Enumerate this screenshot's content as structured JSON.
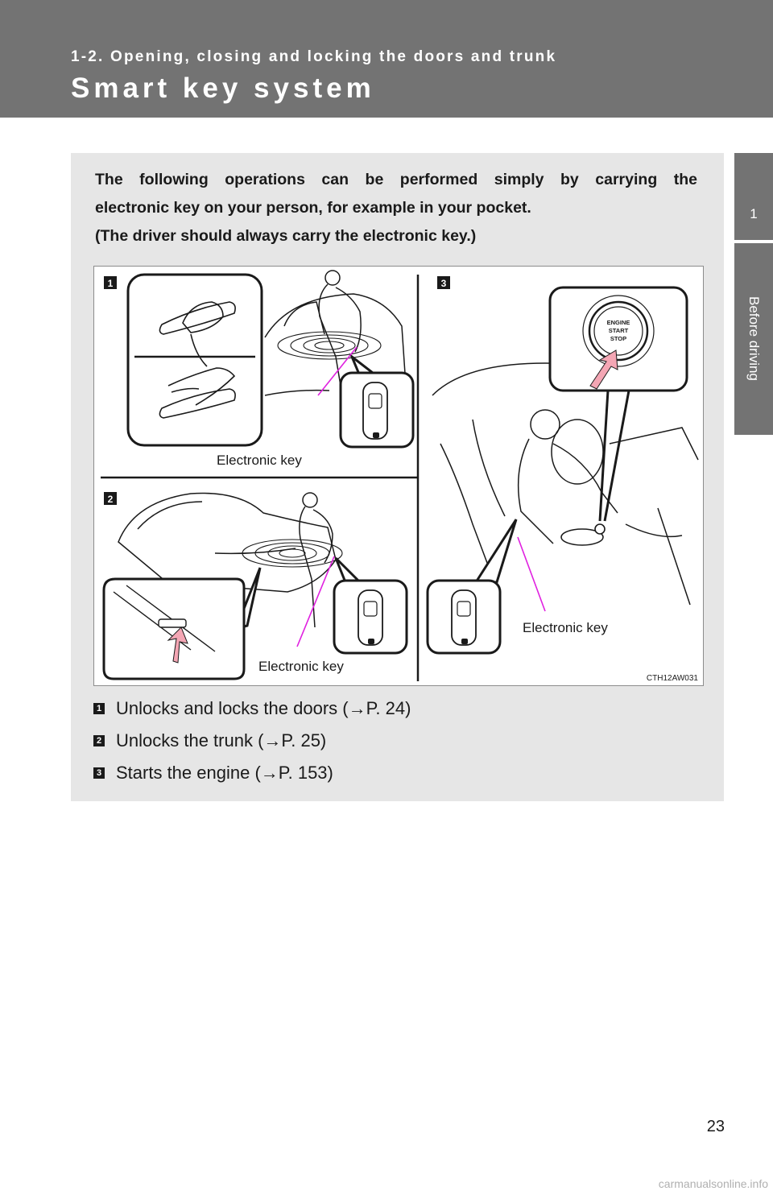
{
  "header": {
    "section": "1-2. Opening, closing and locking the doors and trunk",
    "title": "Smart key system"
  },
  "side_tab": {
    "chapter_number": "1",
    "chapter_name": "Before driving"
  },
  "intro": {
    "line1": "The following operations can be performed simply by carrying the",
    "line2": "electronic key on your person, for example in your pocket.",
    "line3": "(The driver should always carry the electronic key.)"
  },
  "figure": {
    "markers": [
      "1",
      "2",
      "3"
    ],
    "callouts": {
      "door_key": "Electronic key",
      "trunk_key": "Electronic key",
      "engine_key": "Electronic key"
    },
    "button_label": [
      "ENGINE",
      "START",
      "STOP"
    ],
    "code": "CTH12AW031",
    "callout_color": "#e020e0",
    "arrow_color": "#f4a6b4"
  },
  "list": [
    {
      "marker": "1",
      "text": "Unlocks and locks the doors (→P. 24)"
    },
    {
      "marker": "2",
      "text": "Unlocks the trunk (→P. 25)"
    },
    {
      "marker": "3",
      "text": "Starts the engine (→P. 153)"
    }
  ],
  "page_number": "23",
  "watermark": "carmanualsonline.info"
}
